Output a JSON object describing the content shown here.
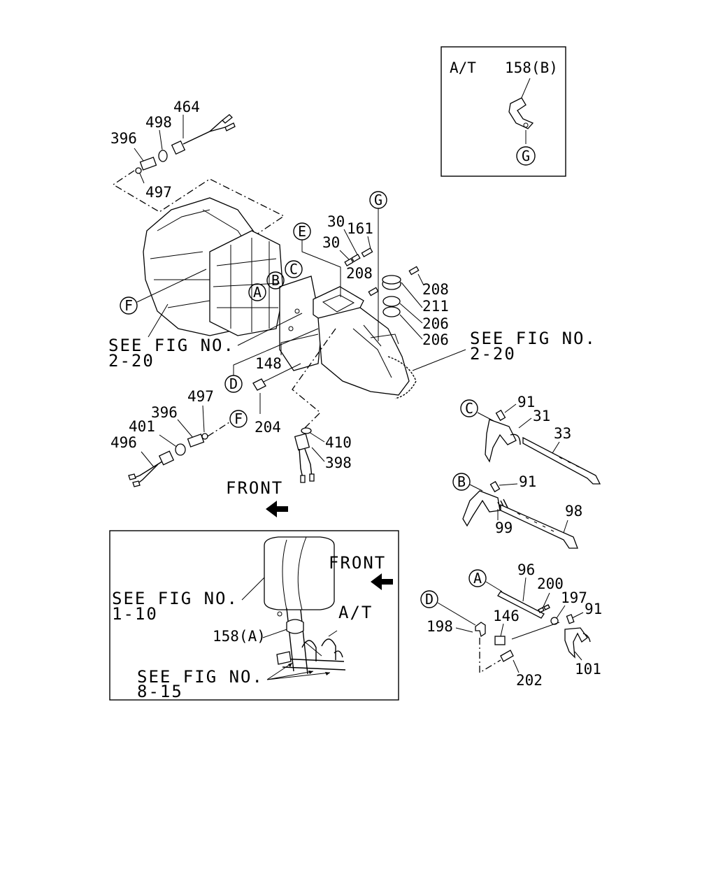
{
  "labels": {
    "p464": "464",
    "p498": "498",
    "p396_top": "396",
    "p497_top": "497",
    "p30_a": "30",
    "p30_b": "30",
    "p161": "161",
    "p208_a": "208",
    "p208_b": "208",
    "p211": "211",
    "p206_a": "206",
    "p206_b": "206",
    "p148": "148",
    "p204": "204",
    "p497_mid": "497",
    "p396_mid": "396",
    "p401": "401",
    "p496": "496",
    "p410": "410",
    "p398": "398",
    "p91_a": "91",
    "p31": "31",
    "p33": "33",
    "p91_b": "91",
    "p98": "98",
    "p99": "99",
    "p96": "96",
    "p200": "200",
    "p197": "197",
    "p91_c": "91",
    "p146": "146",
    "p198": "198",
    "p202": "202",
    "p101": "101",
    "p158b": "158(B)",
    "p158a": "158(A)"
  },
  "circle_letters": {
    "A_main": "A",
    "B_main": "B",
    "C_main": "C",
    "D_main": "D",
    "E_main": "E",
    "F_main": "F",
    "F_mid": "F",
    "G_main": "G",
    "G_inset": "G",
    "C_fork": "C",
    "B_fork": "B",
    "A_part": "A",
    "D_part": "D"
  },
  "refs": {
    "left_line1": "SEE FIG NO.",
    "left_line2": "2-20",
    "right_line1": "SEE FIG NO.",
    "right_line2": "2-20",
    "inset_line1": "SEE FIG NO.",
    "inset_line2": "1-10",
    "inset_line3": "SEE FIG NO.",
    "inset_line4": "8-15"
  },
  "inset_top": {
    "title": "A/T"
  },
  "inset_bottom": {
    "title": "A/T",
    "front": "FRONT"
  },
  "front_main": "FRONT"
}
